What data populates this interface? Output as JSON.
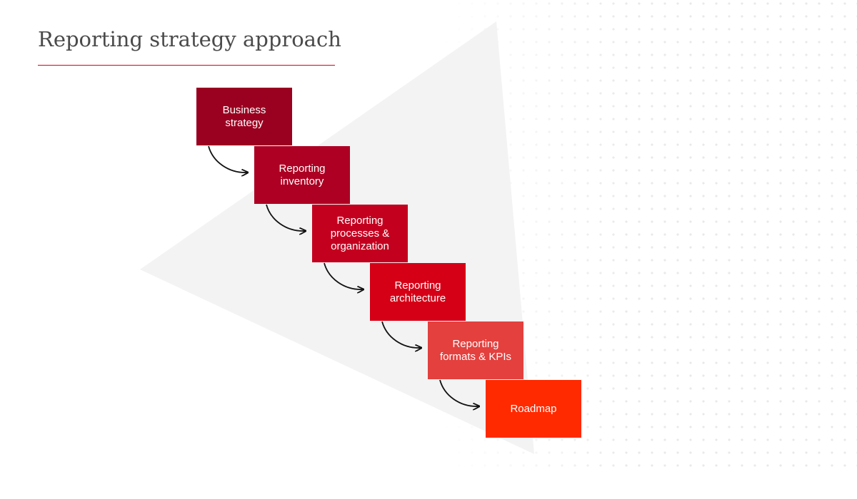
{
  "page": {
    "title": "Reporting strategy approach"
  },
  "colors": {
    "accent": "#d0021b",
    "triangle": "#f3f3f3",
    "arrow": "#111111"
  },
  "steps": [
    {
      "label": "Business\nstrategy",
      "color": "#9a0020"
    },
    {
      "label": "Reporting\ninventory",
      "color": "#ad0022"
    },
    {
      "label": "Reporting\nprocesses &\norganization",
      "color": "#c4001f"
    },
    {
      "label": "Reporting\narchitecture",
      "color": "#d60016"
    },
    {
      "label": "Reporting\nformats & KPIs",
      "color": "#e3403e"
    },
    {
      "label": "Roadmap",
      "color": "#ff2a00"
    }
  ]
}
